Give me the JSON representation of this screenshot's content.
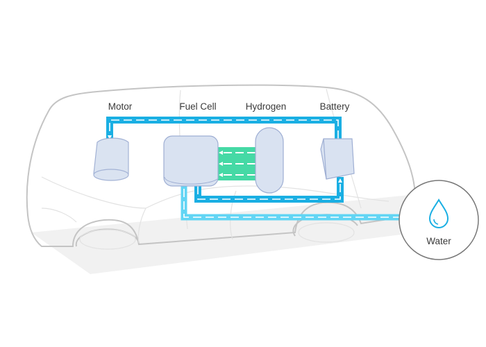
{
  "labels": {
    "motor": "Motor",
    "fuel_cell": "Fuel Cell",
    "hydrogen": "Hydrogen",
    "battery": "Battery",
    "water": "Water"
  },
  "icons": {
    "water": "water-drop-icon"
  },
  "colors": {
    "power_flow": "#1aafe3",
    "water_flow": "#62d5f4",
    "hydrogen_flow": "#45d9a5",
    "component_fill": "#d9e2f1",
    "component_stroke": "#9eaed3",
    "car_outline": "#c8c8c8"
  }
}
